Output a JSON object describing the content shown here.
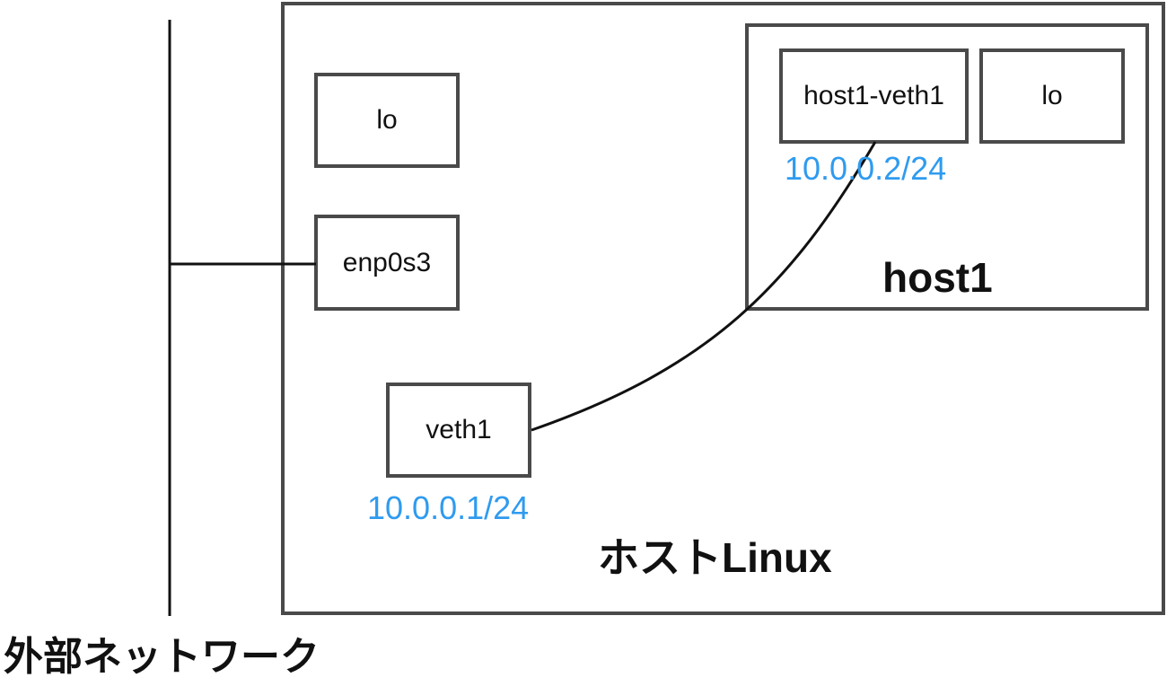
{
  "external_network": {
    "label": "外部ネットワーク"
  },
  "host_linux": {
    "label": "ホストLinux",
    "interfaces": {
      "lo": "lo",
      "enp0s3": "enp0s3",
      "veth1": "veth1"
    },
    "veth1_ip": "10.0.0.1/24"
  },
  "host1": {
    "label": "host1",
    "interfaces": {
      "veth": "host1-veth1",
      "lo": "lo"
    },
    "veth_ip": "10.0.0.2/24"
  },
  "colors": {
    "border": "#4a4a4a",
    "line": "#111111",
    "ip_text": "#2f9bef"
  }
}
